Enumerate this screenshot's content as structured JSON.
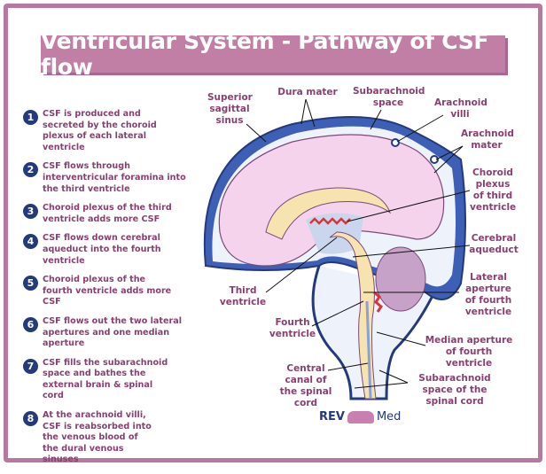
{
  "title": "Ventricular System - Pathway of CSF flow",
  "steps": [
    {
      "n": "1",
      "text": "CSF is produced and secreted by the choroid plexus of each lateral ventricle"
    },
    {
      "n": "2",
      "text": "CSF flows through interventricular foramina into the third ventricle"
    },
    {
      "n": "3",
      "text": "Choroid plexus of the third ventricle adds more CSF"
    },
    {
      "n": "4",
      "text": "CSF flows down cerebral aqueduct into the fourth ventricle"
    },
    {
      "n": "5",
      "text": "Choroid plexus of the fourth ventricle adds more CSF"
    },
    {
      "n": "6",
      "text": "CSF flows out the two lateral apertures and one median aperture"
    },
    {
      "n": "7",
      "text": "CSF fills the subarachnoid space and bathes the external brain & spinal cord"
    },
    {
      "n": "8",
      "text": "At the arachnoid villi, CSF is reabsorbed into the venous blood of the dural venous sinuses"
    }
  ],
  "labels": {
    "superior_sagittal_sinus": "Superior sagittal sinus",
    "dura_mater": "Dura mater",
    "subarachnoid_space": "Subarachnoid space",
    "arachnoid_villi": "Arachnoid villi",
    "arachnoid_mater": "Arachnoid mater",
    "choroid_plexus_third": "Choroid plexus of third ventricle",
    "cerebral_aqueduct": "Cerebral aqueduct",
    "lateral_aperture": "Lateral aperture of fourth ventricle",
    "median_aperture": "Median aperture of fourth ventricle",
    "subarachnoid_spinal": "Subarachnoid space of the spinal cord",
    "central_canal": "Central canal of the spinal cord",
    "fourth_ventricle": "Fourth ventricle",
    "third_ventricle": "Third ventricle"
  },
  "logo": {
    "left": "REV",
    "right": "Med"
  },
  "colors": {
    "frame": "#b8789f",
    "banner": "#c17fa6",
    "text": "#8a3f70",
    "navy": "#243a7a",
    "brain": "#f6d3ec",
    "csf": "#c9d6ee",
    "stem": "#f7e3b0",
    "choroid": "#d9343b"
  }
}
